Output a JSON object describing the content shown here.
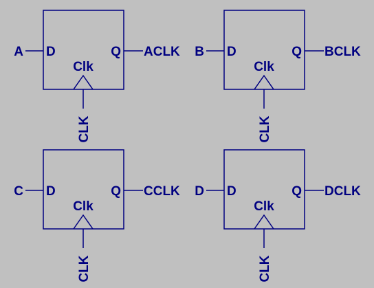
{
  "colors": {
    "background": "#c0c0c0",
    "symbol_stroke": "#000080",
    "wire": "#000080",
    "label": "#000080"
  },
  "flipflops": [
    {
      "input_net": "A",
      "d_pin_label": "D",
      "q_pin_label": "Q",
      "clk_pin_label": "Clk",
      "output_net": "ACLK",
      "clock_net": "CLK"
    },
    {
      "input_net": "B",
      "d_pin_label": "D",
      "q_pin_label": "Q",
      "clk_pin_label": "Clk",
      "output_net": "BCLK",
      "clock_net": "CLK"
    },
    {
      "input_net": "C",
      "d_pin_label": "D",
      "q_pin_label": "Q",
      "clk_pin_label": "Clk",
      "output_net": "CCLK",
      "clock_net": "CLK"
    },
    {
      "input_net": "D",
      "d_pin_label": "D",
      "q_pin_label": "Q",
      "clk_pin_label": "Clk",
      "output_net": "DCLK",
      "clock_net": "CLK"
    }
  ]
}
